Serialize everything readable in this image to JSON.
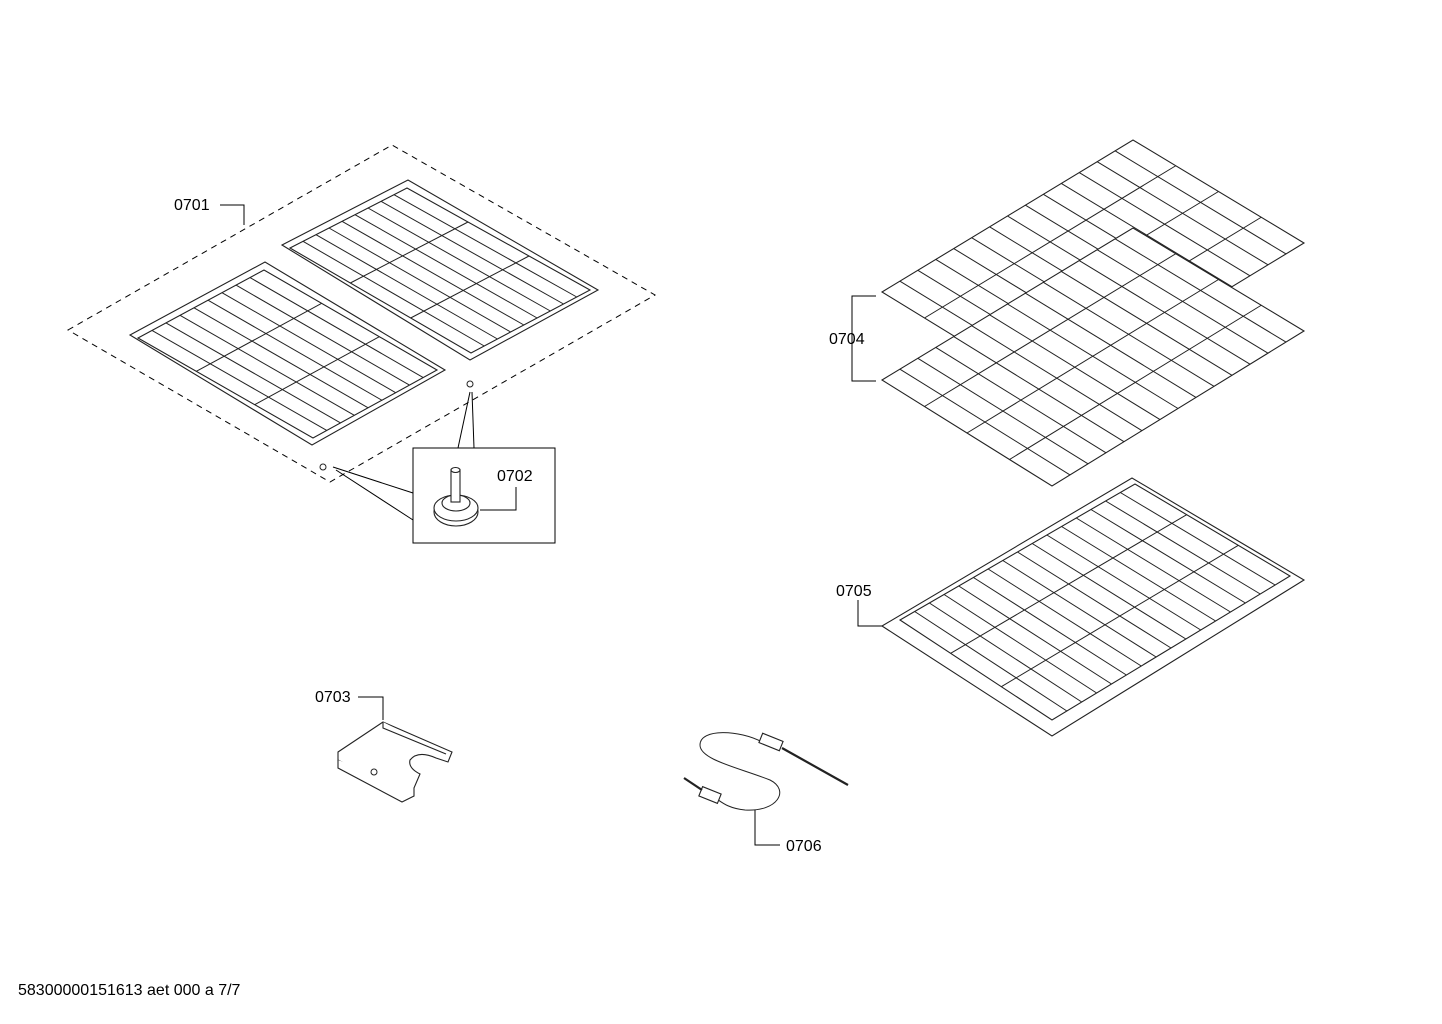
{
  "labels": {
    "p0701": "0701",
    "p0702": "0702",
    "p0703": "0703",
    "p0704": "0704",
    "p0705": "0705",
    "p0706": "0706"
  },
  "footer": "58300000151613 aet 000 a 7/7"
}
